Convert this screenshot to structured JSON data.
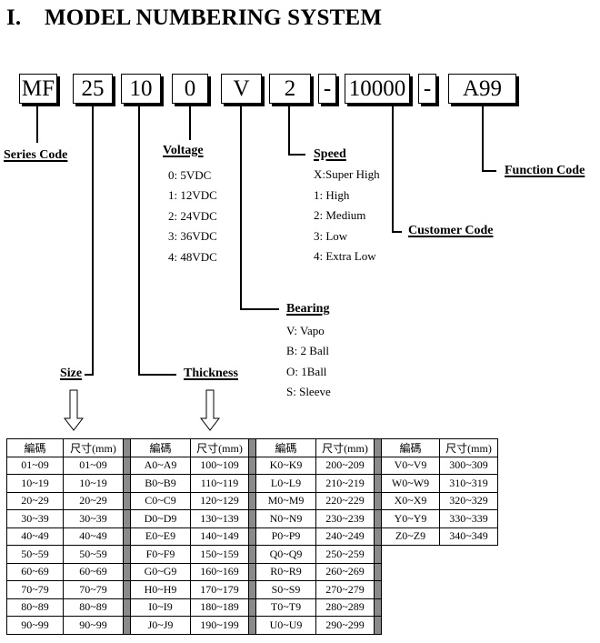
{
  "heading": {
    "number": "I.",
    "title": "MODEL NUMBERING SYSTEM"
  },
  "model_boxes": [
    {
      "value": "MF"
    },
    {
      "value": "25"
    },
    {
      "value": "10"
    },
    {
      "value": "0"
    },
    {
      "value": "V"
    },
    {
      "value": "2"
    },
    {
      "value": "-"
    },
    {
      "value": "10000"
    },
    {
      "value": "-"
    },
    {
      "value": "A99"
    }
  ],
  "labels": {
    "series_code": "Series Code",
    "voltage": "Voltage",
    "speed": "Speed",
    "function_code": "Function Code",
    "customer_code": "Customer Code",
    "bearing": "Bearing",
    "size": "Size",
    "thickness": "Thickness"
  },
  "voltage_options": [
    "0: 5VDC",
    "1: 12VDC",
    "2: 24VDC",
    "3: 36VDC",
    "4: 48VDC"
  ],
  "speed_options": [
    "X:Super High",
    "1: High",
    "2: Medium",
    "3: Low",
    "4: Extra Low"
  ],
  "bearing_options": [
    "V: Vapo",
    "B: 2 Ball",
    "O: 1Ball",
    "S: Sleeve"
  ],
  "size_table": {
    "header_code": "編碼",
    "header_size": "尺寸(mm)",
    "groups": [
      {
        "rows": [
          [
            "01~09",
            "01~09"
          ],
          [
            "10~19",
            "10~19"
          ],
          [
            "20~29",
            "20~29"
          ],
          [
            "30~39",
            "30~39"
          ],
          [
            "40~49",
            "40~49"
          ],
          [
            "50~59",
            "50~59"
          ],
          [
            "60~69",
            "60~69"
          ],
          [
            "70~79",
            "70~79"
          ],
          [
            "80~89",
            "80~89"
          ],
          [
            "90~99",
            "90~99"
          ]
        ]
      },
      {
        "rows": [
          [
            "A0~A9",
            "100~109"
          ],
          [
            "B0~B9",
            "110~119"
          ],
          [
            "C0~C9",
            "120~129"
          ],
          [
            "D0~D9",
            "130~139"
          ],
          [
            "E0~E9",
            "140~149"
          ],
          [
            "F0~F9",
            "150~159"
          ],
          [
            "G0~G9",
            "160~169"
          ],
          [
            "H0~H9",
            "170~179"
          ],
          [
            "I0~I9",
            "180~189"
          ],
          [
            "J0~J9",
            "190~199"
          ]
        ]
      },
      {
        "rows": [
          [
            "K0~K9",
            "200~209"
          ],
          [
            "L0~L9",
            "210~219"
          ],
          [
            "M0~M9",
            "220~229"
          ],
          [
            "N0~N9",
            "230~239"
          ],
          [
            "P0~P9",
            "240~249"
          ],
          [
            "Q0~Q9",
            "250~259"
          ],
          [
            "R0~R9",
            "260~269"
          ],
          [
            "S0~S9",
            "270~279"
          ],
          [
            "T0~T9",
            "280~289"
          ],
          [
            "U0~U9",
            "290~299"
          ]
        ]
      },
      {
        "rows": [
          [
            "V0~V9",
            "300~309"
          ],
          [
            "W0~W9",
            "310~319"
          ],
          [
            "X0~X9",
            "320~329"
          ],
          [
            "Y0~Y9",
            "330~339"
          ],
          [
            "Z0~Z9",
            "340~349"
          ]
        ]
      }
    ]
  }
}
